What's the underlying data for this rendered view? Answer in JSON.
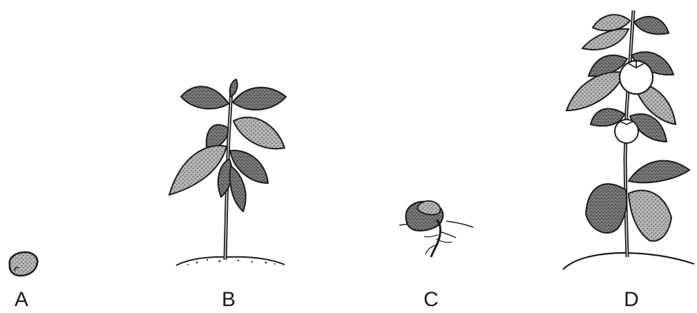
{
  "figure": {
    "panels": [
      {
        "id": "A",
        "label": "A",
        "subject": "seed-icon"
      },
      {
        "id": "B",
        "label": "B",
        "subject": "young-plant-icon"
      },
      {
        "id": "C",
        "label": "C",
        "subject": "germinating-seed-icon"
      },
      {
        "id": "D",
        "label": "D",
        "subject": "fruiting-plant-icon"
      }
    ]
  },
  "colors": {
    "ink": "#1a1a1a",
    "leaf_fill": "#9a9a9a",
    "leaf_dark": "#5a5a5a",
    "fruit_fill": "#ffffff",
    "soil_dots": "#333333"
  }
}
